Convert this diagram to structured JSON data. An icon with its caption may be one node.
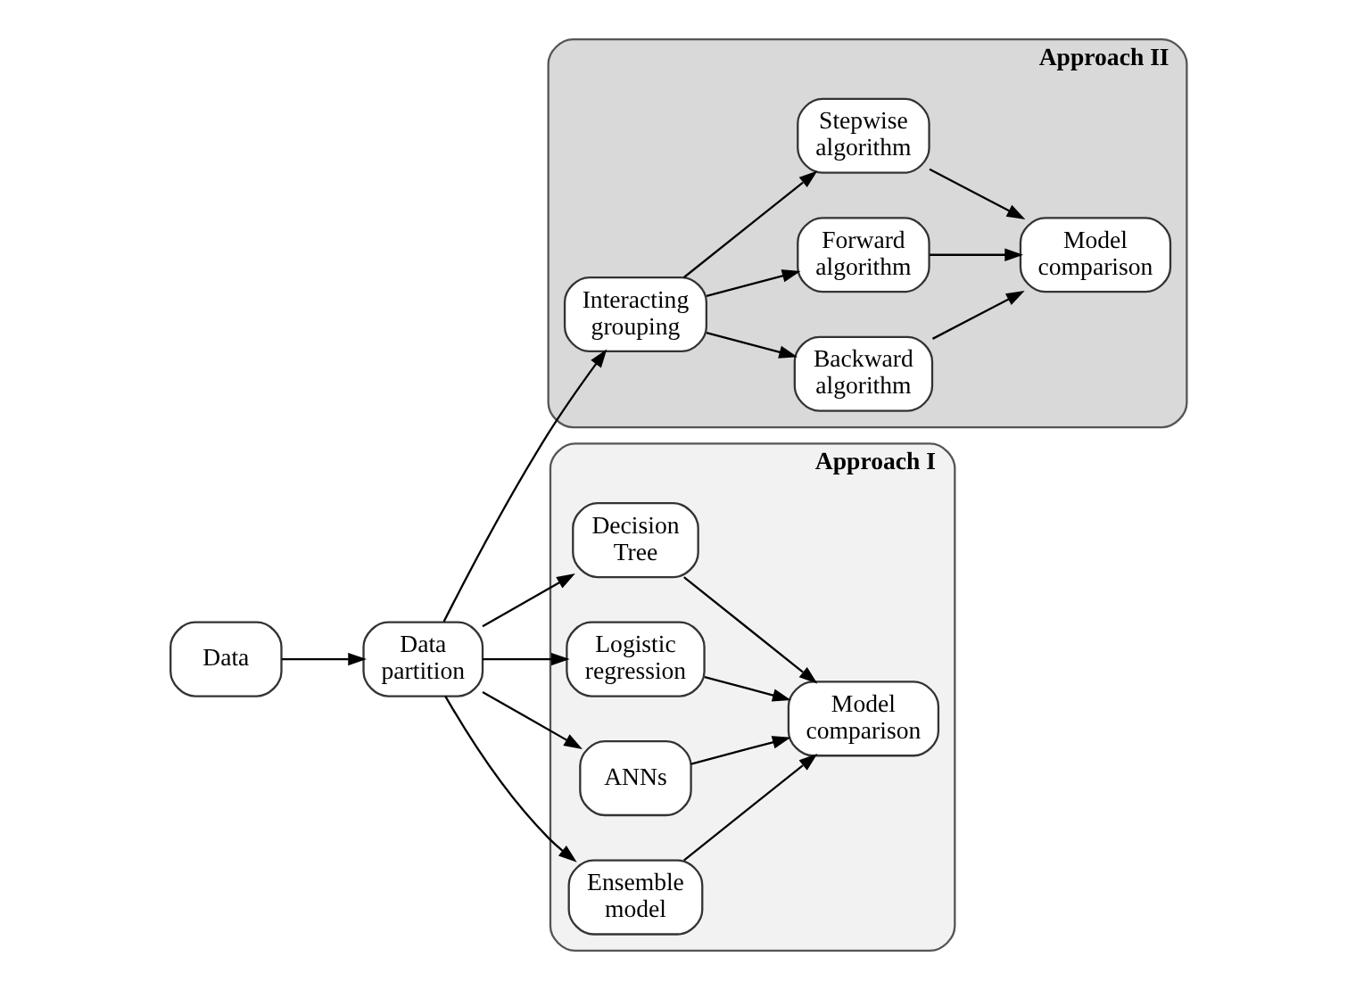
{
  "diagram": {
    "nodes": [
      {
        "text": [
          "Data"
        ]
      },
      {
        "text": [
          "Data partition"
        ]
      },
      {
        "text": [
          "Approach II"
        ]
      },
      {
        "text": [
          "Interacting grouping"
        ],
        "in": 2
      },
      {
        "text": [
          "Backward algorithm"
        ],
        "in": 2
      },
      {
        "text": [
          "Forward algorithm"
        ],
        "in": 2
      },
      {
        "text": [
          "Stepwise algorithm"
        ],
        "in": 2
      },
      {
        "text": [
          "Model comparison"
        ],
        "in": 2
      },
      {
        "text": [
          "Approach I"
        ]
      },
      {
        "text": [
          "Decision Tree"
        ],
        "in": 8
      },
      {
        "text": [
          "Logistic regression"
        ],
        "in": 8
      },
      {
        "text": [
          "ANNs"
        ],
        "in": 8
      },
      {
        "text": [
          "Ensemble model"
        ],
        "in": 8
      },
      {
        "text": [
          "Model comparison"
        ],
        "in": 8
      }
    ],
    "edges": [
      {
        "from": 0,
        "to": 1,
        "arrow": "to"
      },
      {
        "from": 1,
        "to": 3,
        "arrow": "to"
      },
      {
        "from": 3,
        "to": 4,
        "arrow": "to"
      },
      {
        "from": 3,
        "to": 5,
        "arrow": "to"
      },
      {
        "from": 3,
        "to": 6,
        "arrow": "to"
      },
      {
        "from": 4,
        "to": 7,
        "arrow": "to"
      },
      {
        "from": 5,
        "to": 7,
        "arrow": "to"
      },
      {
        "from": 6,
        "to": 7,
        "arrow": "to"
      },
      {
        "from": 1,
        "to": 9,
        "arrow": "to"
      },
      {
        "from": 1,
        "to": 10,
        "arrow": "to"
      },
      {
        "from": 1,
        "to": 11,
        "arrow": "to"
      },
      {
        "from": 1,
        "to": 12,
        "arrow": "to"
      },
      {
        "from": 9,
        "to": 13,
        "arrow": "to"
      },
      {
        "from": 10,
        "to": 13,
        "arrow": "to"
      },
      {
        "from": 11,
        "to": 13,
        "arrow": "to"
      },
      {
        "from": 12,
        "to": 13,
        "arrow": "to"
      }
    ]
  }
}
